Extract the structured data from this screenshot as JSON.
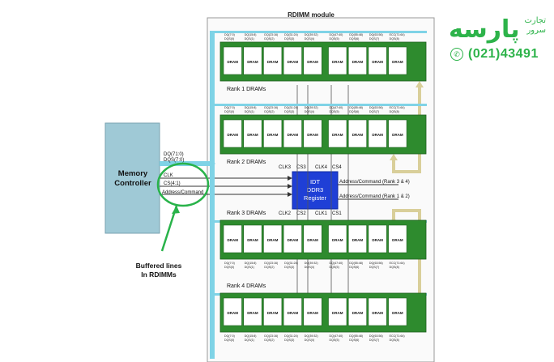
{
  "module_title": "RDIMM module",
  "controller": {
    "label_line1": "Memory",
    "label_line2": "Controller",
    "signals": [
      "DQ(71:0)",
      "DQS(7:0)",
      "CLK",
      "CS(4:1)",
      "Address/Command"
    ]
  },
  "register": {
    "line1": "IDT",
    "line2": "DDR3",
    "line3": "Register",
    "clk_top": [
      "CLK3",
      "CS3",
      "CLK4",
      "CS4"
    ],
    "clk_bottom": [
      "CLK2",
      "CS2",
      "CLK1",
      "CS1"
    ],
    "addr_rank34": "Address/Command (Rank 3 & 4)",
    "addr_rank12": "Address/Command (Rank 1 & 2)"
  },
  "ranks": [
    {
      "name": "Rank 4 DRAMs"
    },
    {
      "name": "Rank 3 DRAMs"
    },
    {
      "name": "Rank 2 DRAMs"
    },
    {
      "name": "Rank 1 DRAMs"
    }
  ],
  "dram_label": "DRAM",
  "dq_labels": [
    [
      "DQ(7:0)",
      "DQS(0)"
    ],
    [
      "DQ(15:8)",
      "DQS(1)"
    ],
    [
      "DQ(23:16)",
      "DQS(2)"
    ],
    [
      "DQ(31:24)",
      "DQS(3)"
    ],
    [
      "DQ(39:32)",
      "DQS(4)"
    ],
    [
      "DQ(47:40)",
      "DQS(5)"
    ],
    [
      "DQ(55:48)",
      "DQS(6)"
    ],
    [
      "DQ(63:56)",
      "DQS(7)"
    ],
    [
      "ECC(71:64)",
      "DQS(8)"
    ]
  ],
  "annotation": {
    "line1": "Buffered lines",
    "line2": "In RDIMMs"
  },
  "brand": {
    "logo": "پارسه",
    "tag_line1": "تجارت",
    "tag_line2": "سرور",
    "phone": "(021)43491"
  },
  "colors": {
    "dram_green": "#2e8b2e",
    "controller_blue": "#9fc9d6",
    "register_blue": "#1f3fd6",
    "bus_cyan": "#7fd3e6",
    "route_tan": "#d9cf9a",
    "highlight_green": "#29b34a"
  }
}
